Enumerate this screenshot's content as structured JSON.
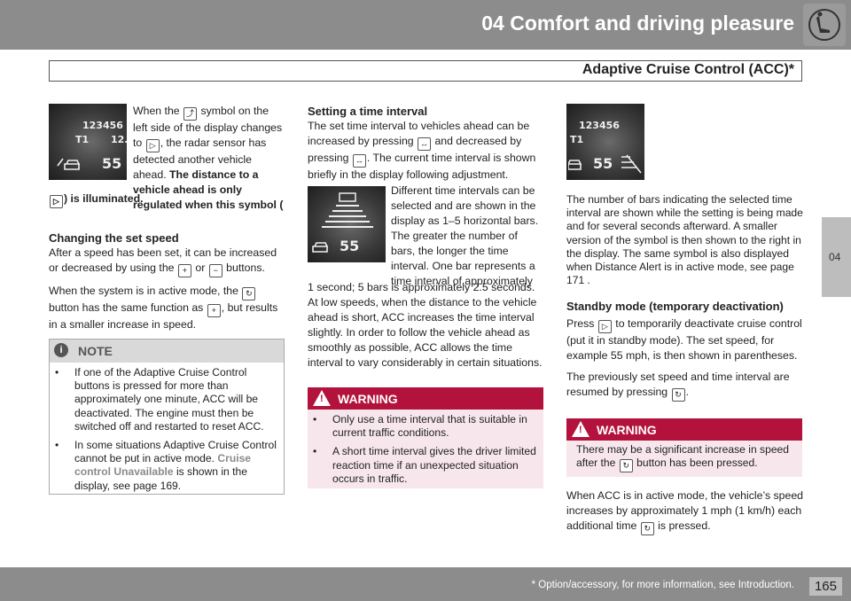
{
  "header": {
    "chapter_title": "04 Comfort and driving pleasure",
    "section_title": "Adaptive Cruise Control (ACC)*",
    "chapter_icon": "seat-icon"
  },
  "side_tab": {
    "label": "04"
  },
  "footer": {
    "note": "* Option/accessory, for more information, see Introduction.",
    "page_number": "165",
    "continue_icon": "double-chevron-right-icon"
  },
  "display1": {
    "odometer": "123456",
    "trip": "T1",
    "trip_value": "12.",
    "speed": "55"
  },
  "display2": {
    "speed": "55"
  },
  "display3": {
    "odometer": "123456",
    "trip": "T1",
    "speed": "55"
  },
  "col1": {
    "intro_part1": "When the",
    "intro_part2": "symbol on the left side of the display changes to",
    "intro_part3": ", the radar sensor has detected another vehicle ahead.",
    "intro_bold1": "The distance to a vehicle ahead is only regulated when this symbol (",
    "intro_bold2": ") is illuminated.",
    "heading_set_speed": "Changing the set speed",
    "set_speed_p1_a": "After a speed has been set, it can be increased or decreased by using the",
    "set_speed_p1_or": "or",
    "set_speed_p1_b": "buttons.",
    "set_speed_p2_a": "When the system is in active mode, the",
    "set_speed_p2_b": "button has the same function as",
    "set_speed_p2_c": ", but results in a smaller increase in speed.",
    "note": {
      "label": "NOTE",
      "bullet1": "If one of the Adaptive Cruise Control buttons is pressed for more than approximately one minute, ACC will be deactivated. The engine must then be switched off and restarted to reset ACC.",
      "bullet2_a": "In some situations Adaptive Cruise Control cannot be put in active mode.",
      "bullet2_link": "Cruise control Unavailable",
      "bullet2_b": "is shown in the display, see page 169."
    }
  },
  "col2": {
    "heading_time": "Setting a time interval",
    "time_p1_a": "The set time interval to vehicles ahead can be increased by pressing",
    "time_p1_b": "and decreased by pressing",
    "time_p1_c": ". The current time interval is shown briefly in the display following adjustment.",
    "time_p2": "Different time intervals can be selected and are shown in the display as 1–5 horizontal bars. The greater the number of bars, the longer the time interval. One bar represents a time interval of approximately",
    "time_p3": "1 second; 5 bars is approximately 2.5 seconds. At low speeds, when the distance to the vehicle ahead is short, ACC increases the time interval slightly. In order to follow the vehicle ahead as smoothly as possible, ACC allows the time interval to vary considerably in certain situations.",
    "warning": {
      "label": "WARNING",
      "bullet1": "Only use a time interval that is suitable in current traffic conditions.",
      "bullet2": "A short time interval gives the driver limited reaction time if an unexpected situation occurs in traffic."
    }
  },
  "col3": {
    "bars_p": "The number of bars indicating the selected time interval are shown while the setting is being made and for several seconds afterward. A smaller version of the symbol is then shown to the right in the display. The same symbol is also displayed when Distance Alert is in active mode, see page 171 .",
    "heading_standby": "Standby mode (temporary deactivation)",
    "standby_p1_a": "Press",
    "standby_p1_b": "to temporarily deactivate cruise control (put it in standby mode). The set speed, for example 55 mph, is then shown in parentheses.",
    "standby_p2_a": "The previously set speed and time interval are resumed by pressing",
    "standby_p2_b": ".",
    "warning": {
      "label": "WARNING",
      "text_a": "There may be a significant increase in speed after the",
      "text_b": "button has been pressed."
    },
    "active_p_a": "When ACC is in active mode, the vehicle’s speed increases by approximately 1 mph (1 km/h) each additional time",
    "active_p_b": "is pressed."
  },
  "colors": {
    "header_gray": "#8c8c8c",
    "warning_red": "#b3123c",
    "warning_bg": "#f7e7ec",
    "note_head": "#d9d9d9"
  }
}
